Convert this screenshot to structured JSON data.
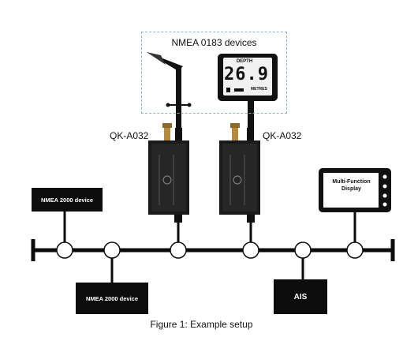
{
  "nmea0183_box": {
    "title": "NMEA 0183 devices"
  },
  "converters": [
    {
      "label": "QK-A032"
    },
    {
      "label": "QK-A032"
    }
  ],
  "depth_display": {
    "header": "DEPTH",
    "value": "26.9",
    "unit": "METRES"
  },
  "devices": {
    "nmea2000_top": "NMEA 2000 device",
    "nmea2000_bottom": "NMEA 2000 device",
    "ais": "AIS",
    "mfd": "Multi-Function Display"
  },
  "caption": "Figure 1: Example setup",
  "colors": {
    "bus": "#0c0c0c",
    "dashed_border": "#8ab4c8",
    "device_fill": "#0c0c0c"
  }
}
